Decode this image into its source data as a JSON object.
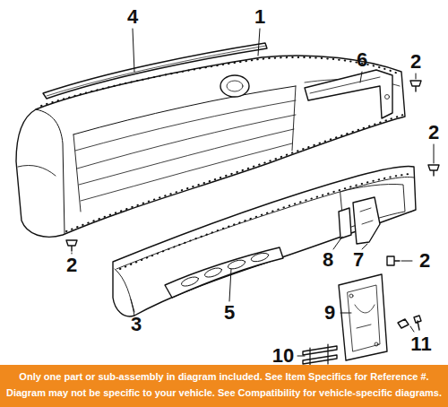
{
  "diagram": {
    "labels": [
      "4",
      "1",
      "6",
      "2",
      "2",
      "2",
      "3",
      "5",
      "8",
      "7",
      "2",
      "9",
      "10",
      "11",
      "Only one part or sub-assembly in diagram included. See Item Specifics for Reference #.",
      "Diagram may not be specific to your vehicle. See Compatibility for vehicle-specific diagrams."
    ]
  }
}
